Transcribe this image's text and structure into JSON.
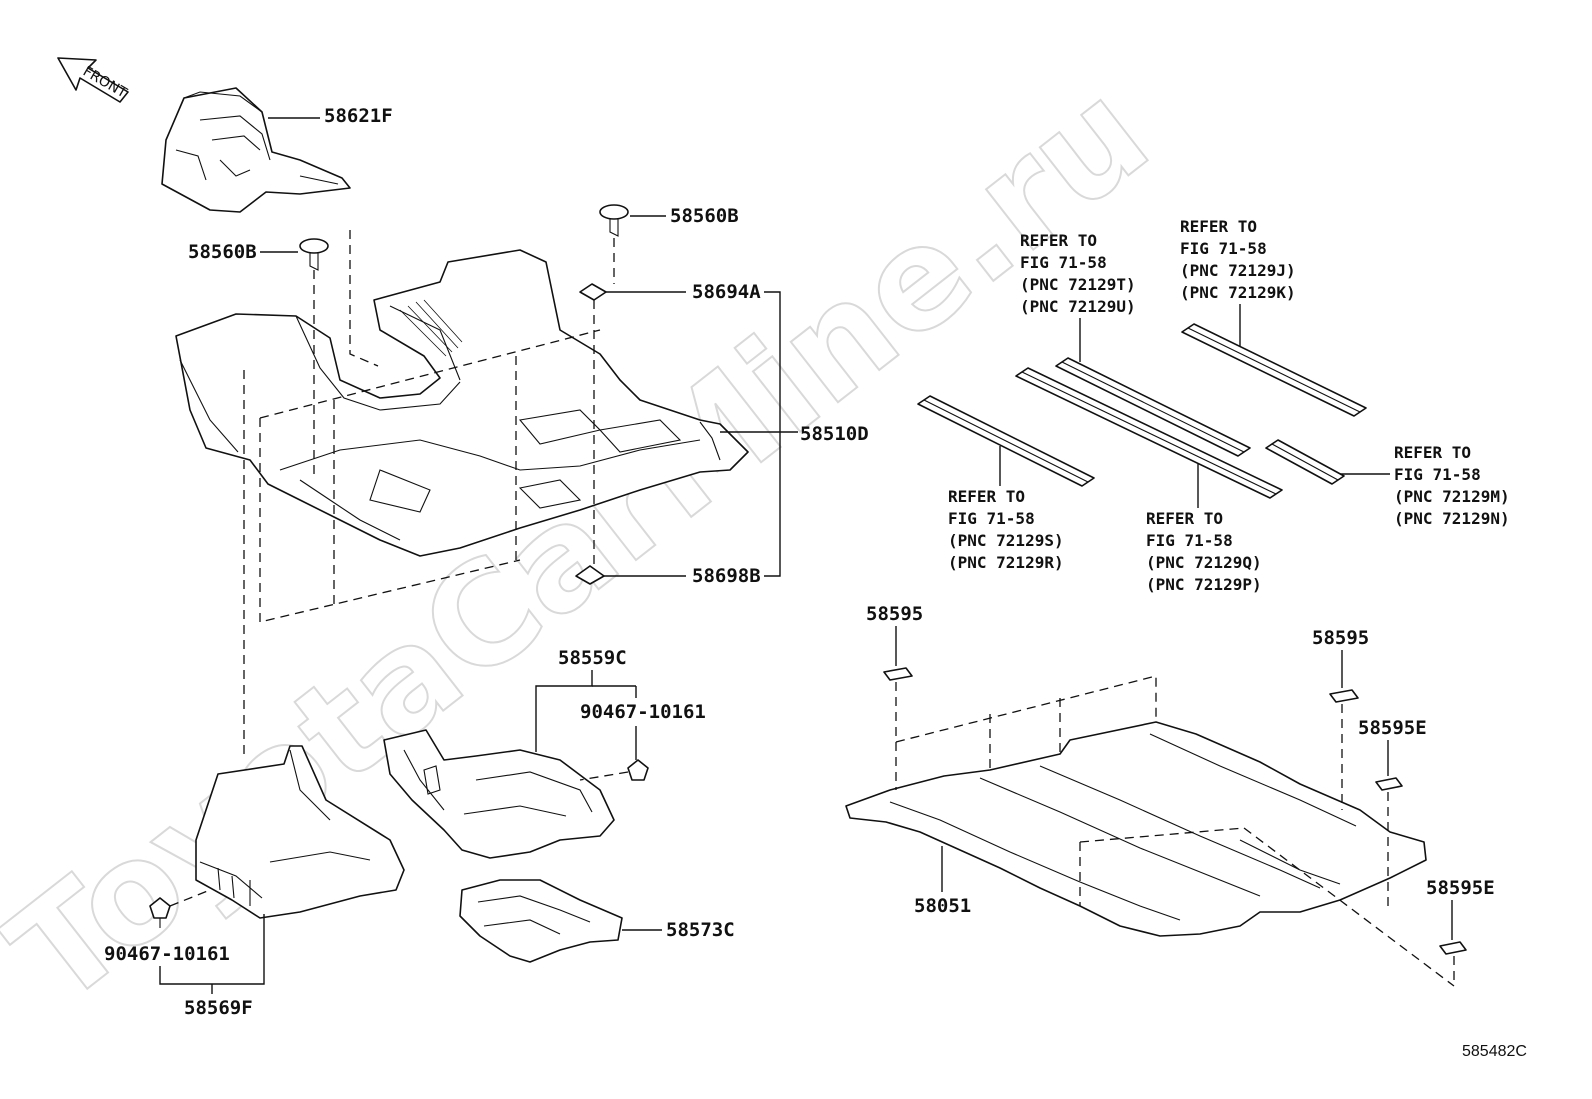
{
  "watermark": "ToyotaCarMine.ru",
  "front_label": "FRONT",
  "figure_number": "585482C",
  "parts": {
    "p58621F": "58621F",
    "p58560B_left": "58560B",
    "p58560B_right": "58560B",
    "p58694A": "58694A",
    "p58510D": "58510D",
    "p58698B": "58698B",
    "p58559C": "58559C",
    "p90467_mid": "90467-10161",
    "p90467_left": "90467-10161",
    "p58569F": "58569F",
    "p58573C": "58573C",
    "p58595_left": "58595",
    "p58595_right": "58595",
    "p58595E_top": "58595E",
    "p58595E_bottom": "58595E",
    "p58051": "58051"
  },
  "references": {
    "ref_tu": [
      "REFER TO",
      "FIG 71-58",
      "(PNC 72129T)",
      "(PNC 72129U)"
    ],
    "ref_jk": [
      "REFER TO",
      "FIG 71-58",
      "(PNC 72129J)",
      "(PNC 72129K)"
    ],
    "ref_sr": [
      "REFER TO",
      "FIG 71-58",
      "(PNC 72129S)",
      "(PNC 72129R)"
    ],
    "ref_qp": [
      "REFER TO",
      "FIG 71-58",
      "(PNC 72129Q)",
      "(PNC 72129P)"
    ],
    "ref_mn": [
      "REFER TO",
      "FIG 71-58",
      "(PNC 72129M)",
      "(PNC 72129N)"
    ]
  },
  "icons": {
    "front_arrow": "front-arrow-icon"
  }
}
